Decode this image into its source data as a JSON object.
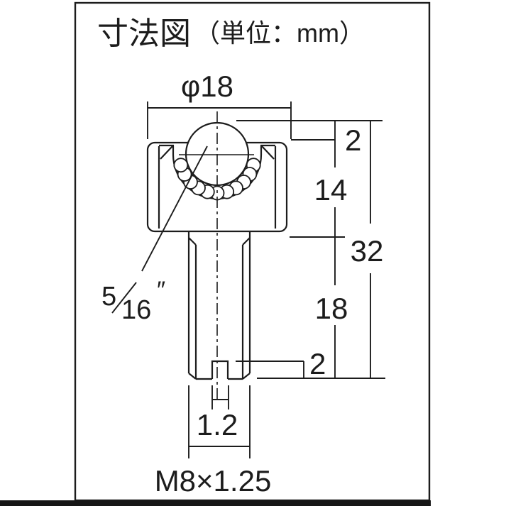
{
  "title": {
    "main": "寸法図",
    "unit": "（単位：mm）"
  },
  "labels": {
    "ball_housing_diameter": "φ18",
    "ball_protrusion": "2",
    "body_height": "14",
    "overall_height": "32",
    "thread_length": "18",
    "slot_depth": "2",
    "slot_width": "1.2",
    "ball_size_numerator": "5",
    "ball_size_denominator": "16",
    "inch_mark": "″",
    "thread_spec": "M8×1.25"
  },
  "colors": {
    "line": "#1c1c1c",
    "background": "#ffffff",
    "bottom_bar": "#161616"
  },
  "drawing": {
    "type": "technical-dimension-diagram",
    "subject": "ball transfer unit (ball caster), front section view",
    "units": "mm"
  }
}
